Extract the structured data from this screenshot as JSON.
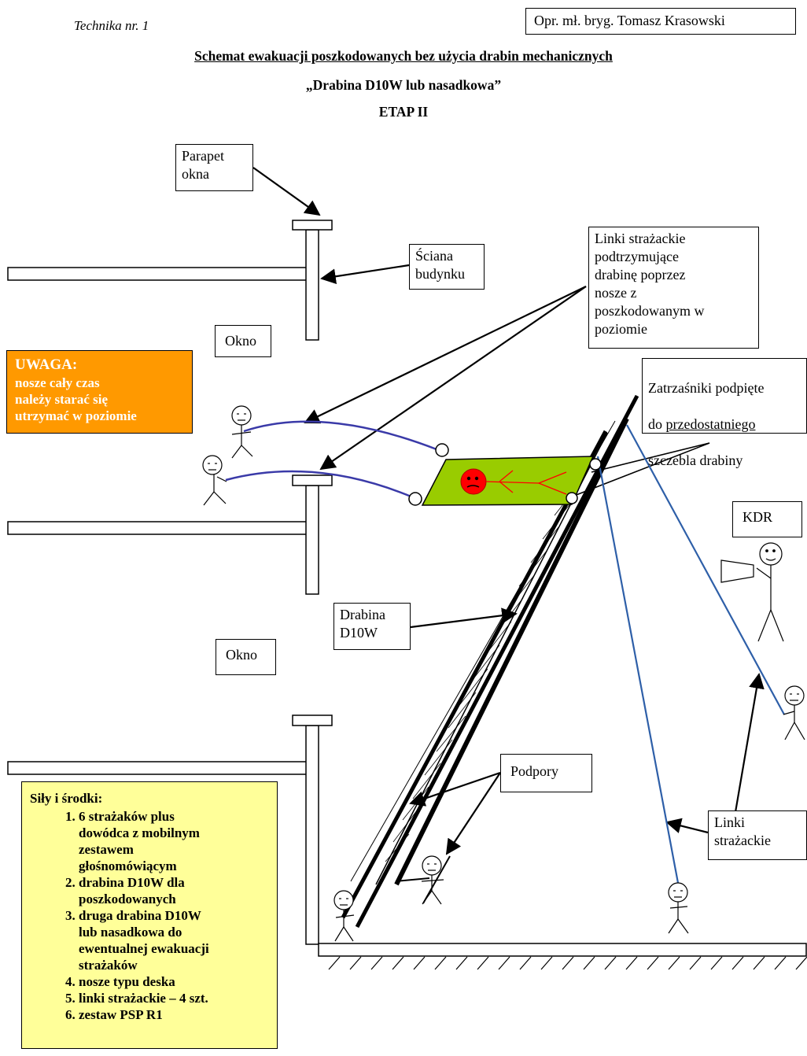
{
  "header": {
    "technique": "Technika nr. 1",
    "author": "Opr. mł. bryg. Tomasz Krasowski",
    "title": "Schemat ewakuacji poszkodowanych bez użycia drabin mechanicznych",
    "subtitle": "„Drabina D10W lub nasadkowa”",
    "stage": "ETAP II"
  },
  "labels": {
    "parapet": "Parapet\nokna",
    "sciana": "Ściana\nbudynku",
    "okno_top": "Okno",
    "okno_bottom": "Okno",
    "linki_top": "Linki strażackie\npodtrzymujące\ndrabinę poprzez\nnosze z\nposzkodowanym w\npoziomie",
    "zatrz_line1": "Zatrzaśniki podpięte",
    "zatrz_pre": "do ",
    "zatrz_ul": "przedostatniego",
    "zatrz_line3": "szczebla drabiny",
    "kdr": "KDR",
    "drabina": "Drabina\nD10W",
    "podpory": "Podpory",
    "linki_bottom": "Linki\nstrażackie"
  },
  "warning": {
    "title": "UWAGA:",
    "text": "nosze cały czas\nnależy starać się\nutrzymać w poziomie"
  },
  "resources": {
    "title": "Siły i środki:",
    "items": [
      "6 strażaków  plus\ndowódca z mobilnym\nzestawem\ngłośnomówiącym",
      "drabina D10W dla\nposzkodowanych",
      "druga drabina D10W\nlub nasadkowa do\newentualnej ewakuacji\nstrażaków",
      "nosze typu deska",
      "linki strażackie – 4 szt.",
      "zestaw PSP R1"
    ]
  },
  "colors": {
    "warning_bg": "#ff9900",
    "resources_bg": "#ffff99",
    "stretcher": "#99cc00",
    "victim": "#ff0000",
    "rope_blue": "#2e5fa8",
    "rope_purple": "#3a3aa8"
  }
}
